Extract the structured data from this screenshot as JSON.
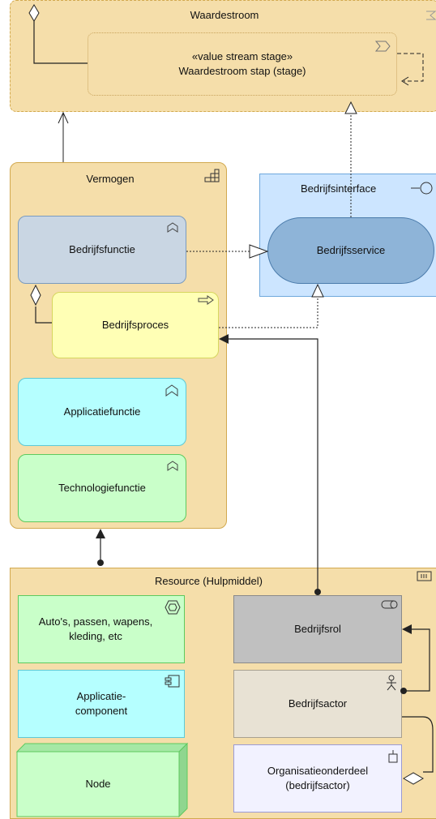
{
  "value_stream": {
    "title": "Waardestroom",
    "stage_stereotype": "«value stream stage»",
    "stage_name": "Waardestroom stap (stage)"
  },
  "capability": {
    "title": "Vermogen",
    "business_function": "Bedrijfsfunctie",
    "business_process": "Bedrijfsproces",
    "application_function": "Applicatiefunctie",
    "technology_function": "Technologiefunctie"
  },
  "business_interface": {
    "title": "Bedrijfsinterface",
    "business_service": "Bedrijfsservice"
  },
  "resource": {
    "title": "Resource (Hulpmiddel)",
    "equipment": "Auto's, passen, wapens, kleding, etc",
    "application_component": "Applicatie-component",
    "node": "Node",
    "business_role": "Bedrijfsrol",
    "business_actor": "Bedrijfsactor",
    "org_unit": "Organisatieonderdeel (bedrijfsactor)"
  },
  "colors": {
    "strategy": "#f5deaa",
    "business_function": "#c9d6e3",
    "business_process": "#ffffb5",
    "application": "#b5ffff",
    "technology": "#c9ffc9",
    "interface": "#cce5ff",
    "service": "#8eb4d8",
    "role": "#c0c0c0",
    "actor": "#e8e2d4",
    "org_unit": "#f2f2ff"
  }
}
